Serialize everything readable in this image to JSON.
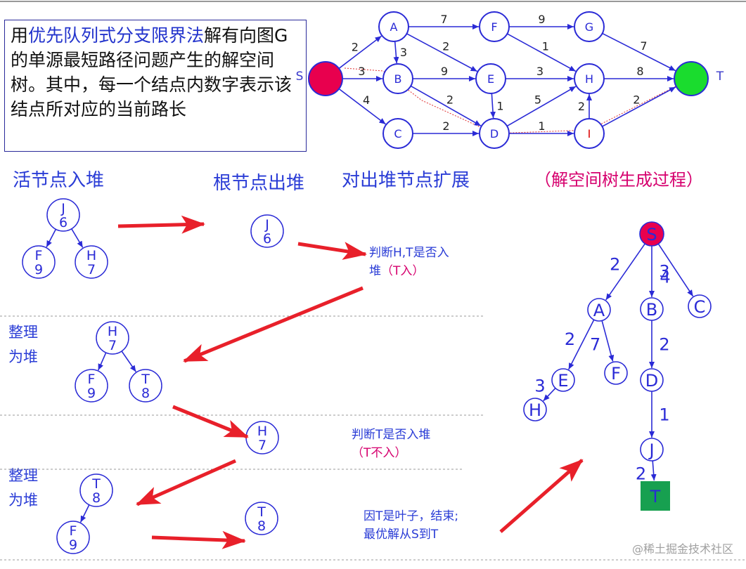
{
  "intro": {
    "prefix": "用",
    "method": "优先队列式分支限界法",
    "rest": "解有向图G的单源最短路径问题产生的解空间树。其中，每一个结点内数字表示该结点所对应的当前路长"
  },
  "column_labels": {
    "push": "活节点入堆",
    "pop": "根节点出堆",
    "expand": "对出堆节点扩展",
    "process": "（解空间树生成过程）"
  },
  "graph": {
    "nodes": [
      {
        "id": "S",
        "label": "",
        "outside": "S",
        "color": "#e8004e"
      },
      {
        "id": "A",
        "label": "A"
      },
      {
        "id": "B",
        "label": "B"
      },
      {
        "id": "C",
        "label": "C"
      },
      {
        "id": "D",
        "label": "D"
      },
      {
        "id": "E",
        "label": "E"
      },
      {
        "id": "F",
        "label": "F"
      },
      {
        "id": "G",
        "label": "G"
      },
      {
        "id": "H",
        "label": "H"
      },
      {
        "id": "I",
        "label": "I"
      },
      {
        "id": "T",
        "label": "",
        "outside": "T",
        "color": "#1adc2e"
      }
    ],
    "edges": [
      {
        "from": "S",
        "to": "A",
        "w": "2"
      },
      {
        "from": "S",
        "to": "B",
        "w": "3"
      },
      {
        "from": "S",
        "to": "C",
        "w": "4"
      },
      {
        "from": "A",
        "to": "B",
        "w": "3"
      },
      {
        "from": "A",
        "to": "F",
        "w": "7"
      },
      {
        "from": "A",
        "to": "E",
        "w": "2"
      },
      {
        "from": "B",
        "to": "E",
        "w": "9"
      },
      {
        "from": "B",
        "to": "D",
        "w": "2"
      },
      {
        "from": "C",
        "to": "D",
        "w": "2"
      },
      {
        "from": "E",
        "to": "H",
        "w": "3"
      },
      {
        "from": "E",
        "to": "D",
        "w": "1"
      },
      {
        "from": "F",
        "to": "G",
        "w": "9"
      },
      {
        "from": "F",
        "to": "H",
        "w": "1"
      },
      {
        "from": "G",
        "to": "T",
        "w": "7"
      },
      {
        "from": "H",
        "to": "T",
        "w": "8"
      },
      {
        "from": "D",
        "to": "H",
        "w": "5"
      },
      {
        "from": "D",
        "to": "I",
        "w": "1"
      },
      {
        "from": "I",
        "to": "H",
        "w": "2"
      },
      {
        "from": "I",
        "to": "T",
        "w": "2"
      }
    ]
  },
  "heap_steps": [
    {
      "root": {
        "n": "J",
        "v": "6"
      },
      "children": [
        {
          "n": "F",
          "v": "9"
        },
        {
          "n": "H",
          "v": "7"
        }
      ]
    },
    {
      "root": {
        "n": "J",
        "v": "6"
      },
      "children": []
    },
    {
      "root": {
        "n": "H",
        "v": "7"
      },
      "children": [
        {
          "n": "F",
          "v": "9"
        },
        {
          "n": "T",
          "v": "8"
        }
      ]
    },
    {
      "root": {
        "n": "H",
        "v": "7"
      },
      "children": []
    },
    {
      "root": {
        "n": "T",
        "v": "8"
      },
      "children": [
        {
          "n": "F",
          "v": "9"
        }
      ]
    },
    {
      "root": {
        "n": "T",
        "v": "8"
      },
      "children": []
    }
  ],
  "notes": {
    "check_HT_line1": "判断H,T是否入",
    "check_HT_line2": "堆",
    "check_HT_red": "（T入）",
    "check_T_line1": "判断T是否入堆",
    "check_T_red": "（T不入）",
    "end_line1": "因T是叶子，结束;",
    "end_line2": "最优解从S到T"
  },
  "reorganize": "整理为堆",
  "tree": {
    "nodes": [
      {
        "id": "S",
        "label": "S",
        "color": "#e8004e"
      },
      {
        "id": "A",
        "label": "A"
      },
      {
        "id": "B",
        "label": "B"
      },
      {
        "id": "C",
        "label": "C"
      },
      {
        "id": "E",
        "label": "E"
      },
      {
        "id": "F",
        "label": "F"
      },
      {
        "id": "D",
        "label": "D"
      },
      {
        "id": "H",
        "label": "H"
      },
      {
        "id": "J",
        "label": "J"
      },
      {
        "id": "T",
        "label": "T",
        "color": "#17a050",
        "square": true
      }
    ],
    "edges": [
      {
        "from": "S",
        "to": "A",
        "w": "2"
      },
      {
        "from": "S",
        "to": "B",
        "w": "3"
      },
      {
        "from": "S",
        "to": "C",
        "w": "4"
      },
      {
        "from": "A",
        "to": "E",
        "w": "2"
      },
      {
        "from": "A",
        "to": "F",
        "w": "7"
      },
      {
        "from": "B",
        "to": "D",
        "w": "2"
      },
      {
        "from": "E",
        "to": "H",
        "w": "3"
      },
      {
        "from": "D",
        "to": "J",
        "w": "1"
      },
      {
        "from": "J",
        "to": "T",
        "w": "2"
      }
    ]
  },
  "watermark": "@稀土掘金技术社区",
  "colors": {
    "node_stroke": "#2a2ad6",
    "arrow_red": "#e8202a",
    "text_blue": "#2a3cd6",
    "pink": "#d6006e"
  }
}
